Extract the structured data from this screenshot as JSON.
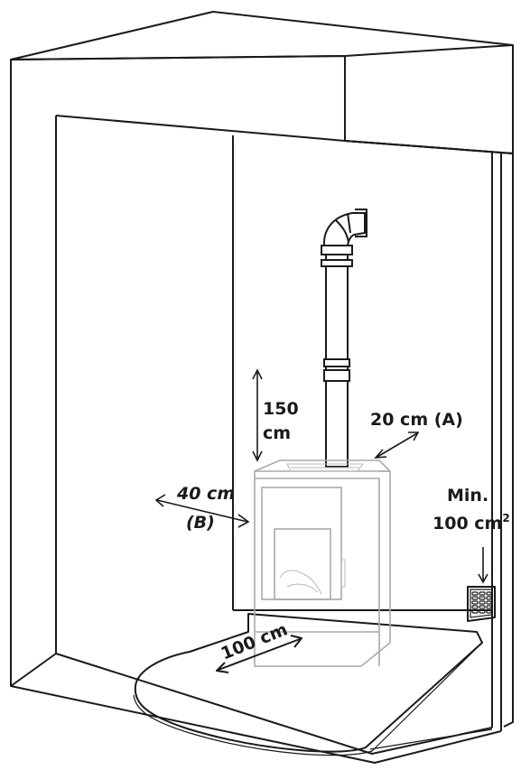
{
  "dimensions": {
    "height_value": "150",
    "height_unit": "cm",
    "side_clearance": "20 cm (A)",
    "wall_clearance": "40 cm",
    "wall_clearance_tag": "(B)",
    "front_clearance": "100 cm",
    "vent_label_line1": "Min.",
    "vent_label_line2": "100 cm",
    "vent_label_sup": "2"
  },
  "colors": {
    "outline": "#1a1a1a",
    "stove": "#a9a9a9"
  },
  "icons": [
    "air-vent-grille-icon",
    "double-arrow-icon",
    "flue-pipe-elbow-icon"
  ]
}
